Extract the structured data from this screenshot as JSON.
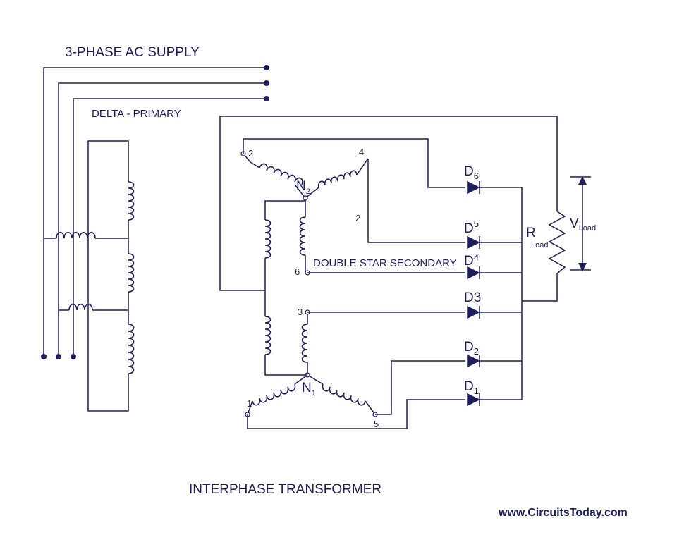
{
  "labels": {
    "supply": "3-PHASE AC SUPPLY",
    "primary": "DELTA -  PRIMARY",
    "secondary": "DOUBLE STAR SECONDARY",
    "title": "INTERPHASE TRANSFORMER",
    "website": "www.CircuitsToday.com"
  },
  "neutrals": {
    "n2": {
      "base": "N",
      "sub": "2"
    },
    "n1": {
      "base": "N",
      "sub": "1"
    }
  },
  "terminals": {
    "t2": "2",
    "t4": "4",
    "t2b": "2",
    "t6": "6",
    "t3": "3",
    "t1": "1",
    "t5": "5"
  },
  "diodes": {
    "d6": {
      "base": "D",
      "sub": "6"
    },
    "d5": {
      "base": "D",
      "sup": "5"
    },
    "d4": {
      "base": "D",
      "sup": "4"
    },
    "d3": {
      "base": "D3"
    },
    "d2": {
      "base": "D",
      "sub": "2"
    },
    "d1": {
      "base": "D",
      "sub": "1"
    }
  },
  "load": {
    "r_base": "R",
    "r_sub": "Load",
    "v_base": "V",
    "v_sub": "Load"
  },
  "colors": {
    "ink": "#1e1e5a",
    "background": "#ffffff"
  }
}
